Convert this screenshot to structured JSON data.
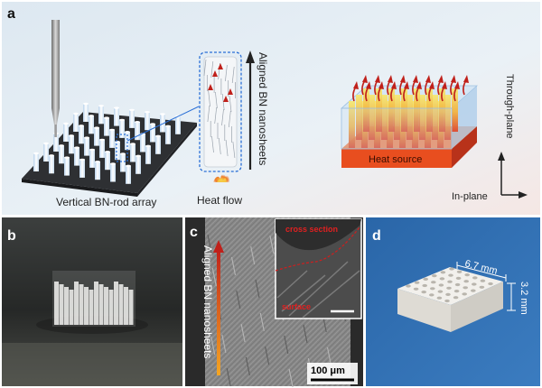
{
  "panel_a": {
    "letter": "a",
    "array_caption": "Vertical BN-rod array",
    "nanosheet_label": "Aligned BN nanosheets",
    "heat_flow_label": "Heat flow",
    "heat_source_label": "Heat source",
    "axis_through_plane": "Through-plane",
    "axis_in_plane": "In-plane"
  },
  "panel_b": {
    "letter": "b"
  },
  "panel_c": {
    "letter": "c",
    "nanosheet_label": "Aligned BN nanosheets",
    "inset_top_label": "cross section",
    "inset_bottom_label": "surface",
    "scale_bar_label": "100 μm"
  },
  "panel_d": {
    "letter": "d",
    "width_dim": "6.7 mm",
    "height_dim": "3.2 mm"
  },
  "colors": {
    "arrow_red": "#c0201a",
    "heat_source": "#e84e1f",
    "panel_a_bg": "#e6eef4",
    "panel_d_bg": "#2f6fb0"
  }
}
